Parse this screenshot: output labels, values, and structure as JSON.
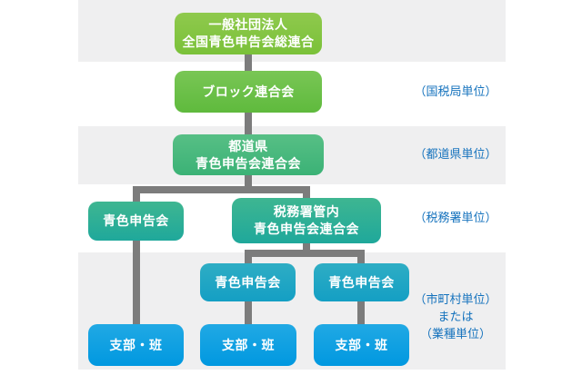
{
  "org_chart": {
    "nodes": {
      "national": {
        "line1": "一般社団法人",
        "line2": "全国青色申告会総連合"
      },
      "block": {
        "line1": "ブロック連合会"
      },
      "prefecture": {
        "line1": "都道県",
        "line2": "青色申告会連合会"
      },
      "aoiro_taxoffice": {
        "line1": "青色申告会"
      },
      "taxoffice_federation": {
        "line1": "税務署管内",
        "line2": "青色申告会連合会"
      },
      "aoiro_municipal_left": {
        "line1": "青色申告会"
      },
      "aoiro_municipal_right": {
        "line1": "青色申告会"
      },
      "branch_left": {
        "line1": "支部・班"
      },
      "branch_middle": {
        "line1": "支部・班"
      },
      "branch_right": {
        "line1": "支部・班"
      }
    },
    "unit_labels": {
      "national_tax_bureau": "（国税局単位）",
      "prefecture": "（都道県単位）",
      "tax_office": "（税務署単位）",
      "municipal_line1": "（市町村単位）",
      "municipal_line2": "または",
      "municipal_line3": "（業種単位）"
    },
    "colors": {
      "band_background": "#efeff0",
      "connector": "#7c7c7c",
      "unit_label_text": "#1472bd",
      "level1_green": "#7ac139",
      "level2_green": "#5fba3d",
      "level3_teal_green": "#3bb276",
      "level4_teal": "#1fa89b",
      "level5_teal_blue": "#149fc4",
      "level6_blue": "#0098e0"
    }
  }
}
